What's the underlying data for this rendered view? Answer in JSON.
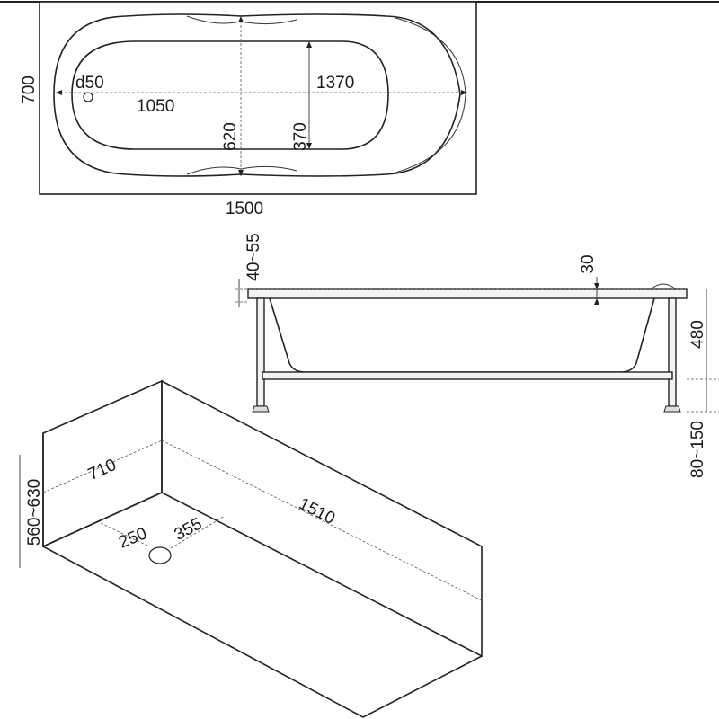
{
  "top_view": {
    "width_label": "700",
    "drain_label": "d50",
    "inner_length_label": "1050",
    "length_inner_outer_label": "1370",
    "center_width_label": "620",
    "half_width_label": "370",
    "overall_length_label": "1500"
  },
  "side_view": {
    "rim_height_label": "40~55",
    "rim_thickness_label": "30",
    "depth_label": "480",
    "leg_height_label": "80~150"
  },
  "iso_view": {
    "width_label": "710",
    "length_label": "1510",
    "height_label": "560~630",
    "drain_offset_label": "250",
    "drain_offset2_label": "355"
  }
}
